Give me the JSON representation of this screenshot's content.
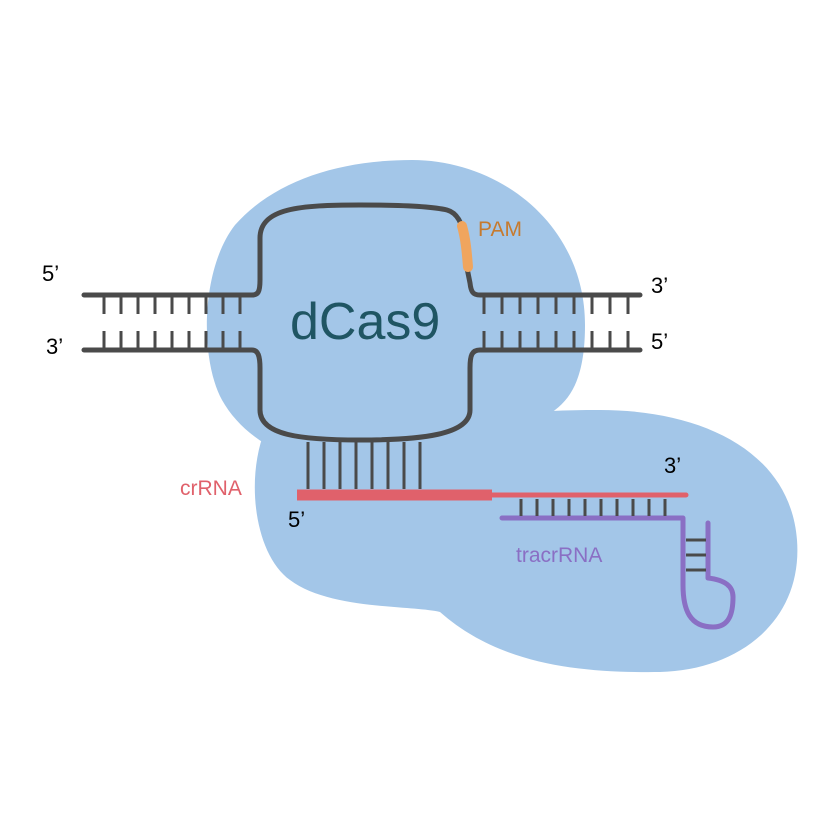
{
  "protein": {
    "label": "dCas9"
  },
  "pam": {
    "label": "PAM"
  },
  "dna": {
    "top_strand": {
      "left_end": "5’",
      "right_end": "3’"
    },
    "bottom_strand": {
      "left_end": "3’",
      "right_end": "5’"
    }
  },
  "crRNA": {
    "label": "crRNA",
    "five_prime": "5’",
    "three_prime": "3’"
  },
  "tracrRNA": {
    "label": "tracrRNA"
  },
  "colors": {
    "protein": "#a3c6e8",
    "dna": "#4a4a4a",
    "protein_label": "#1f5563",
    "pam": "#f0a55e",
    "pam_label": "#c67a2e",
    "crRNA": "#e0616b",
    "tracrRNA": "#8a6fc4"
  }
}
